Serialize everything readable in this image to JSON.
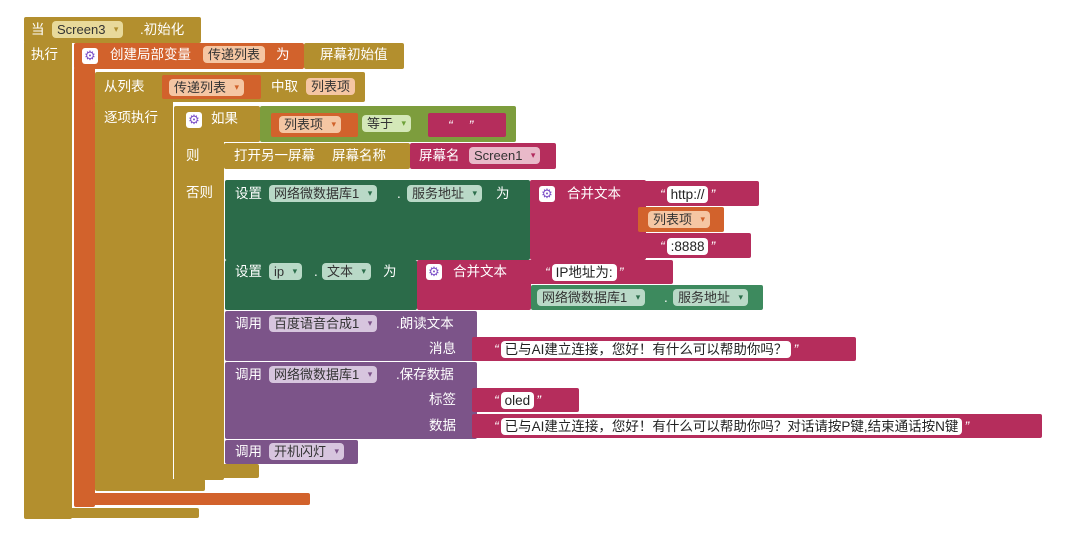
{
  "colors": {
    "event": "#b38f2e",
    "variable": "#d2622c",
    "text": "#b52d5c",
    "control": "#7d9d3d",
    "component": "#2b6b49",
    "procedure": "#7c5489"
  },
  "event": {
    "when": "当",
    "component": "Screen3",
    "event_name": ".初始化",
    "do": "执行"
  },
  "local_var": {
    "label": "创建局部变量",
    "name": "传递列表",
    "to": "为",
    "value_label": "屏幕初始值"
  },
  "foreach": {
    "label": "从列表",
    "list": "传递列表",
    "take": "中取",
    "item": "列表项",
    "do": "逐项执行"
  },
  "if_block": {
    "if": "如果",
    "item": "列表项",
    "op": "等于",
    "empty": "",
    "then": "则",
    "else": "否则"
  },
  "open_screen": {
    "label": "打开另一屏幕",
    "name_label": "屏幕名称",
    "screen_label": "屏幕名",
    "screen_value": "Screen1"
  },
  "set1": {
    "set": "设置",
    "component": "网络微数据库1",
    "prop": "服务地址",
    "to": "为",
    "join": "合并文本",
    "text1": "http://",
    "item": "列表项",
    "text2": ":8888"
  },
  "set2": {
    "set": "设置",
    "component": "ip",
    "prop": "文本",
    "to": "为",
    "join": "合并文本",
    "text1": "IP地址为:",
    "getter_component": "网络微数据库1",
    "getter_prop": "服务地址"
  },
  "call1": {
    "call": "调用",
    "component": "百度语音合成1",
    "method": ".朗读文本",
    "msg_label": "消息",
    "msg": "已与AI建立连接，您好！有什么可以帮助你吗？"
  },
  "call2": {
    "call": "调用",
    "component": "网络微数据库1",
    "method": ".保存数据",
    "tag_label": "标签",
    "tag": "oled",
    "data_label": "数据",
    "data": "已与AI建立连接，您好！有什么可以帮助你吗？对话请按P键,结束通话按N键"
  },
  "call3": {
    "call": "调用",
    "procedure": "开机闪灯"
  }
}
